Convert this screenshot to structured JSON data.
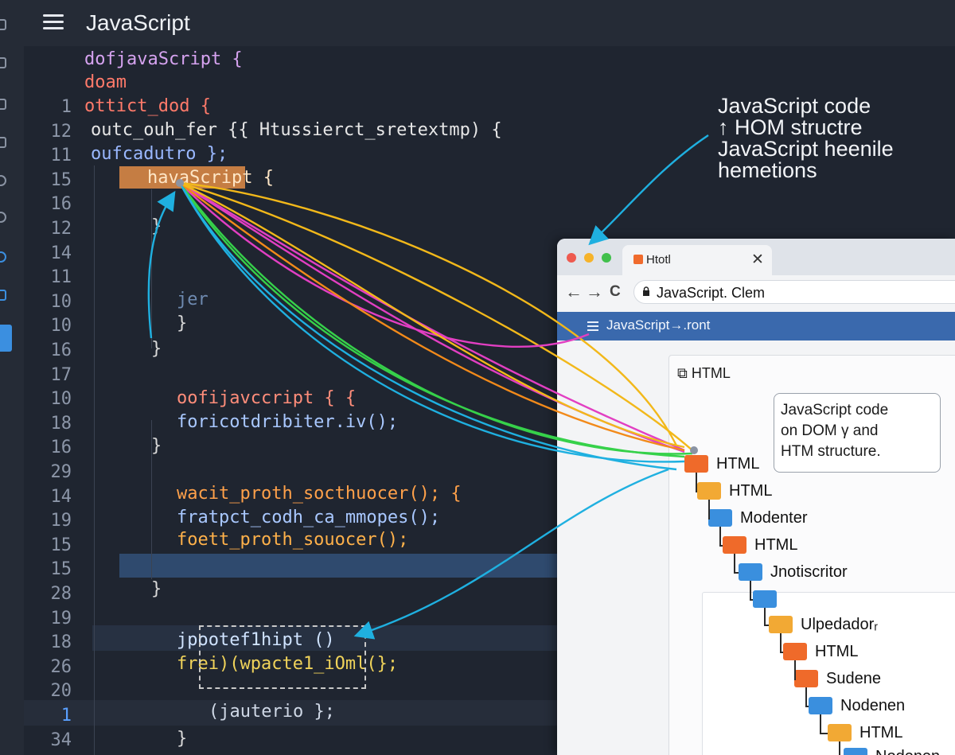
{
  "header": {
    "title": "JavaScript"
  },
  "editor": {
    "line_numbers": [
      "1",
      "12",
      "11",
      "15",
      "16",
      "12",
      "14",
      "11",
      "10",
      "10",
      "16",
      "17",
      "10",
      "18",
      "16",
      "29",
      "14",
      "19",
      "15",
      "15",
      "28",
      "19",
      "18",
      "26",
      "20",
      "1",
      "34"
    ],
    "code_lines": [
      {
        "indent": 76,
        "text": "dofjavaScript {",
        "color": "#d6a3f0"
      },
      {
        "indent": 76,
        "text": "doam",
        "color": "#ff7a6a"
      },
      {
        "indent": 76,
        "text": "ottict_dod {",
        "color": "#ff7a6a"
      },
      {
        "indent": 84,
        "text": "outc_ouh_fer {{ Htussierct_sretextmp) {",
        "color": "#e6e6e6"
      },
      {
        "indent": 84,
        "text": "oufcadutro };",
        "color": "#9ab8ff"
      },
      {
        "indent": 155,
        "text": "havaScript {",
        "color": "#ffe7c7"
      },
      {
        "indent": 160,
        "text": "}",
        "color": "#d8d8d8"
      },
      {
        "indent": 192,
        "text": "jer",
        "color": "#6e8ab0"
      },
      {
        "indent": 192,
        "text": "}",
        "color": "#d8d8d8"
      },
      {
        "indent": 160,
        "text": "}",
        "color": "#d8d8d8"
      },
      {
        "indent": 192,
        "text": "oofijavccript { {",
        "color": "#ff8d7a"
      },
      {
        "indent": 192,
        "text": "foricotdribiter.iv();",
        "color": "#a9c8ff"
      },
      {
        "indent": 160,
        "text": "}",
        "color": "#d8d8d8"
      },
      {
        "indent": 192,
        "text": "wacit_proth_socthuocer(); {",
        "color": "#ffa14a"
      },
      {
        "indent": 192,
        "text": "fratpct_codh_ca_mmopes();",
        "color": "#a9c8ff"
      },
      {
        "indent": 192,
        "text": "foett_proth_souocer();",
        "color": "#ffb14a"
      },
      {
        "indent": 160,
        "text": "}",
        "color": "#d8d8d8"
      },
      {
        "indent": 192,
        "text": "jpootef1hipt ()",
        "color": "#cfe3ff"
      },
      {
        "indent": 192,
        "text": "frei)(wpacte1_iOml(};",
        "color": "#f0d35a"
      },
      {
        "indent": 232,
        "text": "(jauterio };",
        "color": "#cfd8e6"
      },
      {
        "indent": 192,
        "text": "}",
        "color": "#d8d8d8"
      }
    ]
  },
  "annotation": {
    "text": "JavaScript code\n↑ HOM structre\nJavaScript heenile\nhemetions"
  },
  "browser": {
    "tab_title": "Htotl",
    "tab_close": "✕",
    "nav_back": "←",
    "nav_forward": "→",
    "nav_reload": "C",
    "url": "JavaScript. Clem",
    "site_title": "JavaScript→.ront",
    "panel_header": "HTML",
    "bubble_text": "JavaScript code\non DOM γ and\nHTM structure.",
    "tree": [
      {
        "label": "HTML",
        "color": "#ef6a2a"
      },
      {
        "label": "HTML",
        "color": "#f2a934"
      },
      {
        "label": "Modenter",
        "color": "#3a8fde"
      },
      {
        "label": "HTML",
        "color": "#ef6a2a"
      },
      {
        "label": "Jnotiscritor",
        "color": "#3a8fde"
      },
      {
        "label": "",
        "color": "#3a8fde"
      },
      {
        "label": "Ulpedadorᵣ",
        "color": "#f2a934"
      },
      {
        "label": "HTML",
        "color": "#ef6a2a"
      },
      {
        "label": "Sudene",
        "color": "#ef6a2a"
      },
      {
        "label": "Nodenen",
        "color": "#3a8fde"
      },
      {
        "label": "HTML",
        "color": "#f2a934"
      },
      {
        "label": "Nodenen",
        "color": "#3a8fde"
      }
    ]
  },
  "colors": {
    "arrow_blue": "#1fb0e0",
    "arrow_yellow": "#f2b81a",
    "arrow_magenta": "#e23fc2",
    "arrow_green": "#36d14a",
    "arrow_orange": "#f28a1a"
  }
}
